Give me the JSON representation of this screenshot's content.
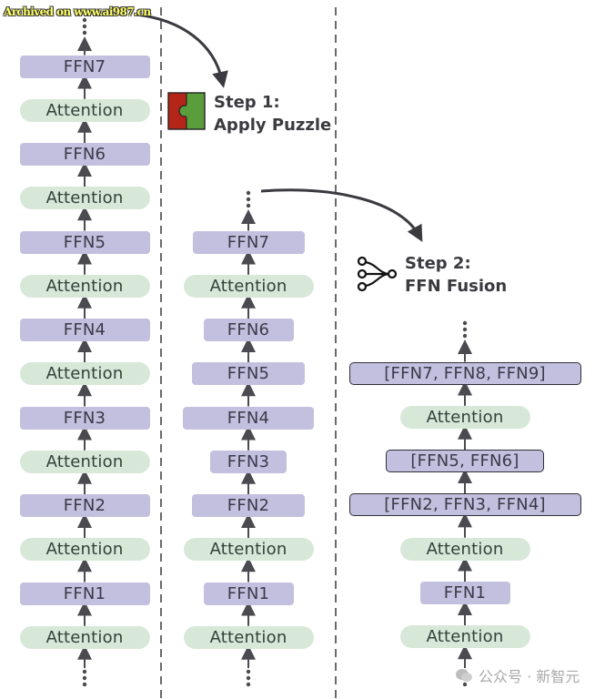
{
  "watermark_top": "Archived on www.ai987.cn",
  "watermark_bottom": "公众号 · 新智元",
  "colors": {
    "ffn_fill": "#c3c0df",
    "attention_fill": "#d8e8d8",
    "arrow": "#4a4a50",
    "puzzle_red": "#b42418",
    "puzzle_green": "#5a9e3c"
  },
  "step1": {
    "line1": "Step 1:",
    "line2": "Apply Puzzle",
    "icon": "puzzle-icon"
  },
  "step2": {
    "line1": "Step 2:",
    "line2": "FFN Fusion",
    "icon": "merge-icon"
  },
  "columns": [
    {
      "name": "original",
      "blocks_top_to_bottom": [
        {
          "type": "ffn",
          "label": "FFN7"
        },
        {
          "type": "attention",
          "label": "Attention"
        },
        {
          "type": "ffn",
          "label": "FFN6"
        },
        {
          "type": "attention",
          "label": "Attention"
        },
        {
          "type": "ffn",
          "label": "FFN5"
        },
        {
          "type": "attention",
          "label": "Attention"
        },
        {
          "type": "ffn",
          "label": "FFN4"
        },
        {
          "type": "attention",
          "label": "Attention"
        },
        {
          "type": "ffn",
          "label": "FFN3"
        },
        {
          "type": "attention",
          "label": "Attention"
        },
        {
          "type": "ffn",
          "label": "FFN2"
        },
        {
          "type": "attention",
          "label": "Attention"
        },
        {
          "type": "ffn",
          "label": "FFN1"
        },
        {
          "type": "attention",
          "label": "Attention"
        }
      ]
    },
    {
      "name": "after-puzzle",
      "blocks_top_to_bottom": [
        {
          "type": "ffn",
          "label": "FFN7"
        },
        {
          "type": "attention",
          "label": "Attention"
        },
        {
          "type": "ffn",
          "label": "FFN6"
        },
        {
          "type": "ffn",
          "label": "FFN5"
        },
        {
          "type": "ffn",
          "label": "FFN4"
        },
        {
          "type": "ffn",
          "label": "FFN3"
        },
        {
          "type": "ffn",
          "label": "FFN2"
        },
        {
          "type": "attention",
          "label": "Attention"
        },
        {
          "type": "ffn",
          "label": "FFN1"
        },
        {
          "type": "attention",
          "label": "Attention"
        }
      ]
    },
    {
      "name": "after-fusion",
      "blocks_top_to_bottom": [
        {
          "type": "fused",
          "label": "[FFN7, FFN8, FFN9]"
        },
        {
          "type": "attention",
          "label": "Attention"
        },
        {
          "type": "fused",
          "label": "[FFN5, FFN6]"
        },
        {
          "type": "fused",
          "label": "[FFN2, FFN3, FFN4]"
        },
        {
          "type": "attention",
          "label": "Attention"
        },
        {
          "type": "ffn",
          "label": "FFN1"
        },
        {
          "type": "attention",
          "label": "Attention"
        }
      ]
    }
  ]
}
